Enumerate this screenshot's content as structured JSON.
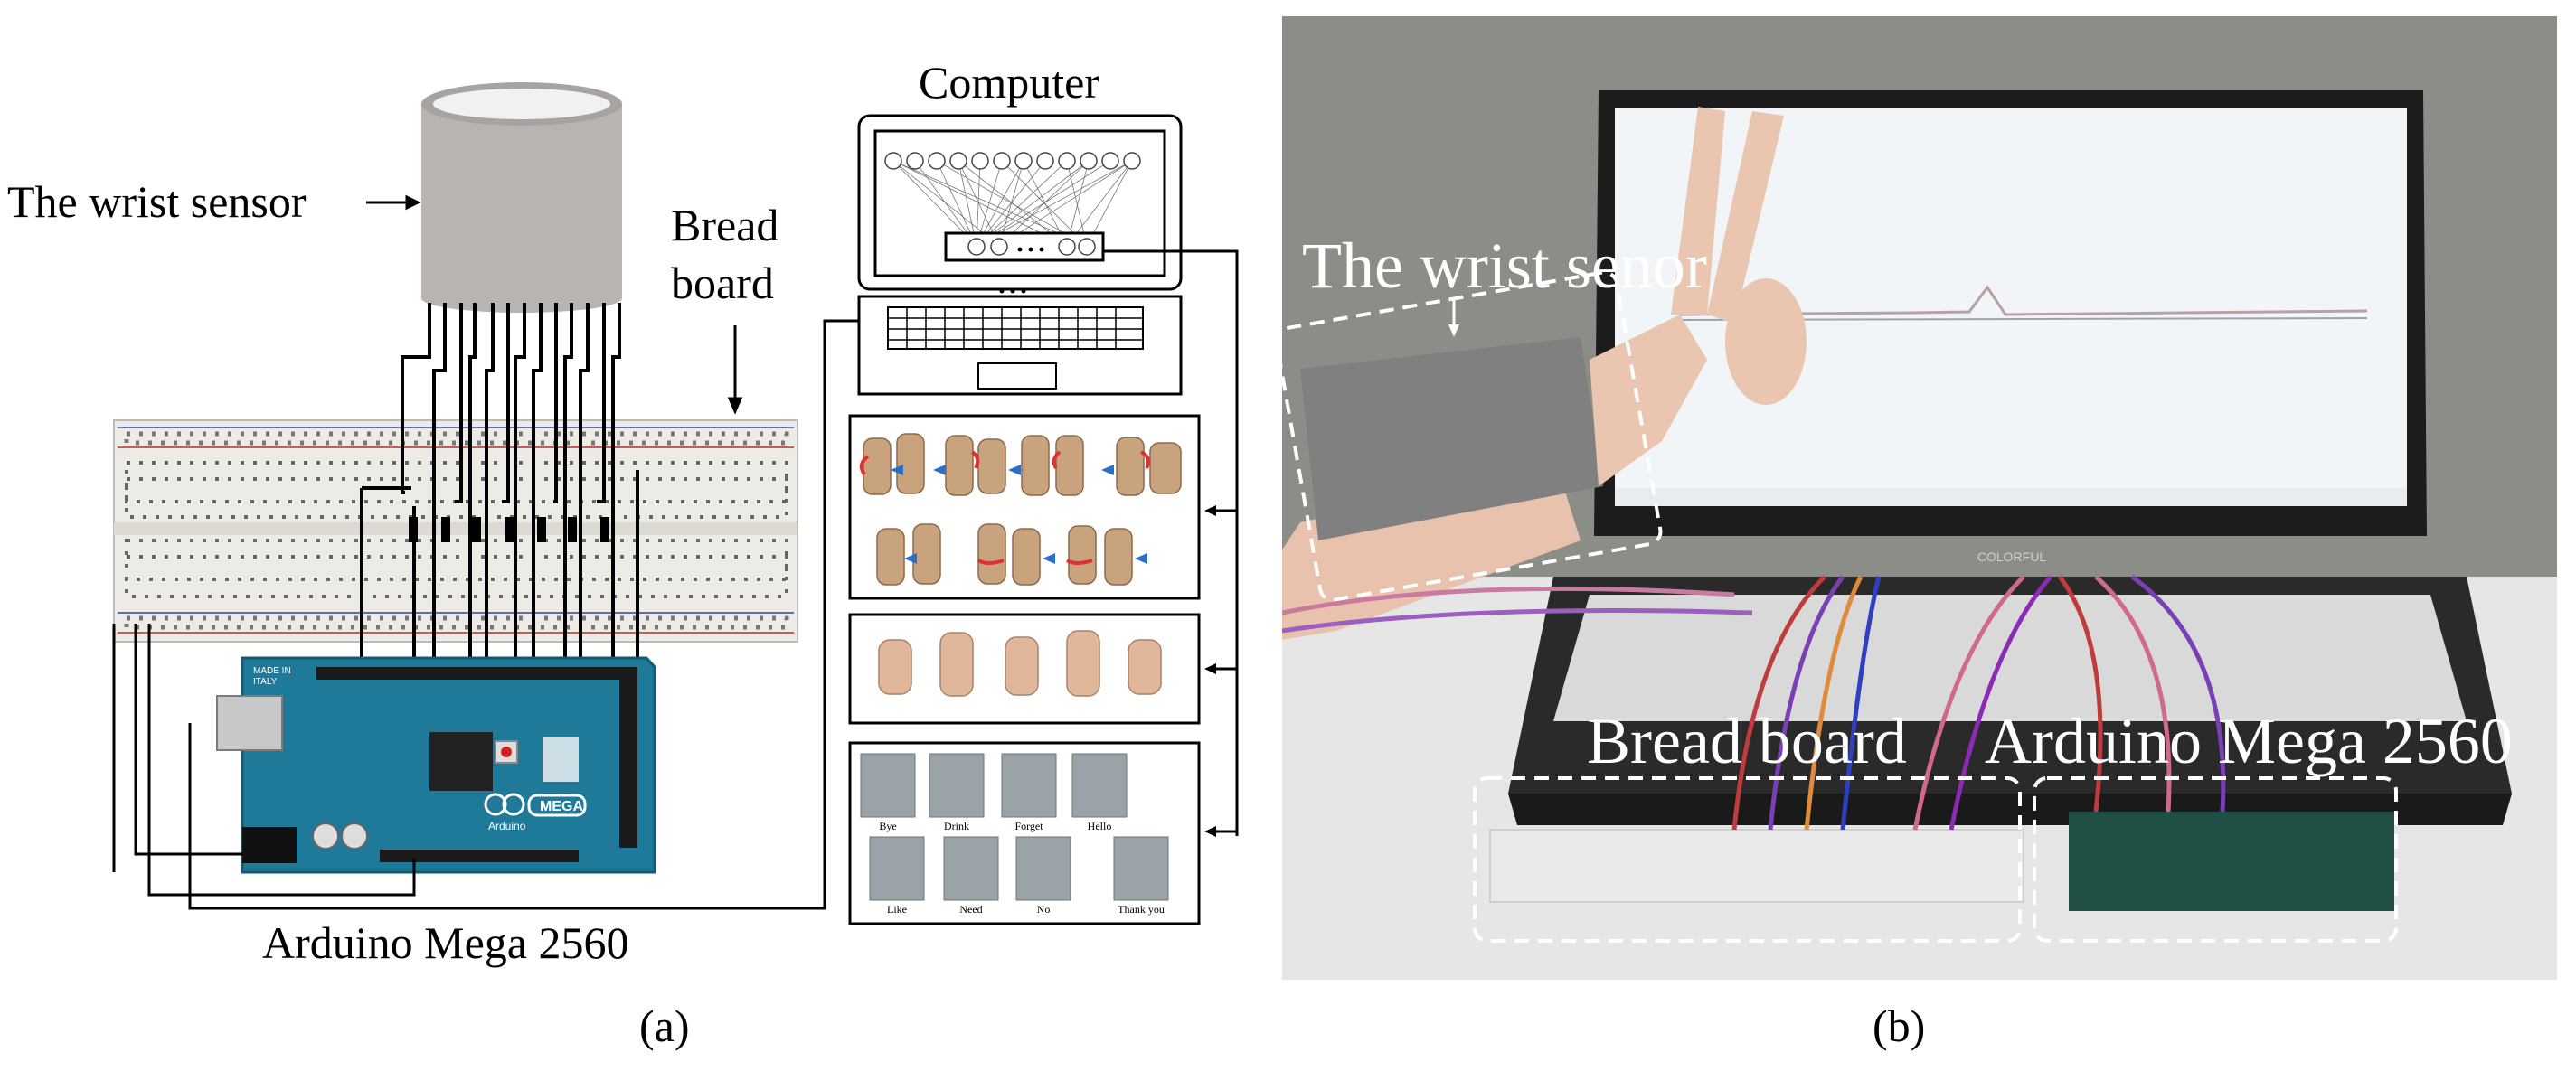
{
  "panel_a": {
    "computer_label": "Computer",
    "sensor_label": "The wrist sensor",
    "breadboard_label_line1": "Bread",
    "breadboard_label_line2": "board",
    "arduino_label": "Arduino Mega 2560",
    "caption": "(a)",
    "board_text": {
      "made_in": "MADE IN",
      "italy": "ITALY",
      "mega": "MEGA",
      "arduino": "Arduino"
    },
    "gesture_captions_row1": [
      "Bye",
      "Drink",
      "Forget",
      "Hello"
    ],
    "gesture_captions_row2": [
      "Like",
      "Need",
      "No",
      "Thank you"
    ]
  },
  "panel_b": {
    "sensor_label": "The wrist senor",
    "breadboard_label": "Bread board",
    "arduino_label": "Arduino Mega 2560",
    "laptop_brand": "COLORFUL",
    "caption": "(b)"
  },
  "colors": {
    "arduino_teal": "#1f7a9a",
    "sensor_gray": "#b8b4b2",
    "breadboard": "#ecebe6",
    "wire": "#000000",
    "photo_wall": "#8b8d87",
    "photo_desk": "#e6e6e6",
    "laptop_screen": "#f2f5f8"
  }
}
